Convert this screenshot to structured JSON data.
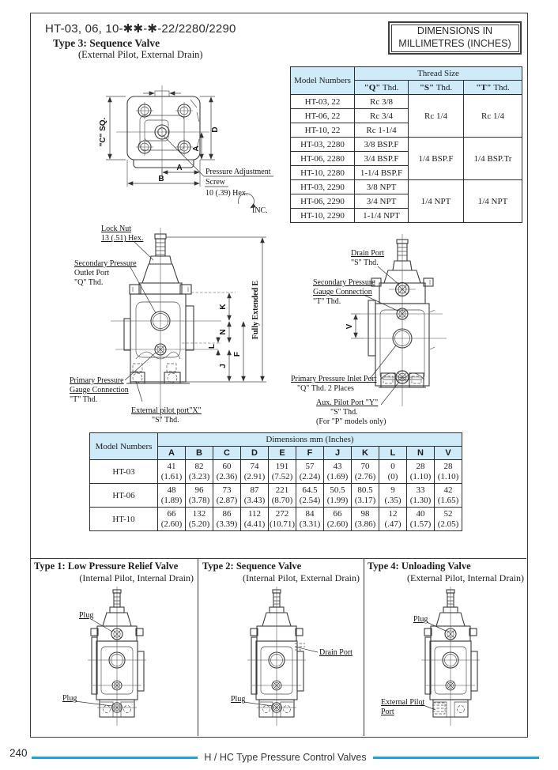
{
  "page": {
    "title": "HT-03, 06, 10-✱✱-✱-22/2280/2290",
    "dimensions_note_line1": "DIMENSIONS IN",
    "dimensions_note_line2": "MILLIMETRES (INCHES)",
    "page_number": "240",
    "footer_title": "H / HC Type Pressure Control Valves"
  },
  "type3": {
    "heading": "Type 3: Sequence Valve",
    "subheading": "(External Pilot, External Drain)"
  },
  "thread_table": {
    "model_header": "Model Numbers",
    "group_header": "Thread Size",
    "sub_headers": [
      {
        "strong": "\"Q\"",
        "rest": " Thd."
      },
      {
        "strong": "\"S\"",
        "rest": " Thd."
      },
      {
        "strong": "\"T\"",
        "rest": " Thd."
      }
    ],
    "groups": [
      {
        "s": "Rc 1/4",
        "t": "Rc 1/4",
        "rows": [
          {
            "model": "HT-03, 22",
            "q": "Rc 3/8"
          },
          {
            "model": "HT-06, 22",
            "q": "Rc 3/4"
          },
          {
            "model": "HT-10, 22",
            "q": "Rc 1-1/4"
          }
        ]
      },
      {
        "s": "1/4 BSP.F",
        "t": "1/4 BSP.Tr",
        "rows": [
          {
            "model": "HT-03, 2280",
            "q": "3/8 BSP.F"
          },
          {
            "model": "HT-06, 2280",
            "q": "3/4 BSP.F"
          },
          {
            "model": "HT-10, 2280",
            "q": "1-1/4 BSP.F"
          }
        ]
      },
      {
        "s": "1/4 NPT",
        "t": "1/4 NPT",
        "rows": [
          {
            "model": "HT-03, 2290",
            "q": "3/8 NPT"
          },
          {
            "model": "HT-06, 2290",
            "q": "3/4 NPT"
          },
          {
            "model": "HT-10, 2290",
            "q": "1-1/4 NPT"
          }
        ]
      }
    ]
  },
  "top_view": {
    "dim_c_sq": "\"C\" SQ.",
    "dim_d": "D",
    "dim_a_right": "A",
    "dim_a_bottom": "A",
    "dim_b": "B",
    "callout_line1": "Pressure Adjustment",
    "callout_line2": "Screw",
    "callout_line3": "10 (.39) Hex.",
    "inc": "INC."
  },
  "front_view": {
    "lock_nut_line1": "Lock Nut",
    "lock_nut_line2": "13 (.51) Hex.",
    "outlet_line1": "Secondary Pressure",
    "outlet_line2": "Outlet Port",
    "outlet_line3": "\"Q\" Thd.",
    "gauge_line1": "Primary Pressure",
    "gauge_line2": "Gauge Connection",
    "gauge_line3": "\"T\" Thd.",
    "pilot_line1": "External pilot port\"X\"",
    "pilot_line2": "\"S\" Thd.",
    "dim_k": "K",
    "dim_n": "N",
    "dim_l": "L",
    "dim_j": "J",
    "dim_f": "F",
    "dim_e": "Fully Extended E"
  },
  "side_view": {
    "drain_line1": "Drain Port",
    "drain_line2": "\"S\" Thd.",
    "gauge_line1": "Secondary Pressure",
    "gauge_line2": "Gauge Connection",
    "gauge_line3": "\"T\" Thd.",
    "inlet_line1": "Primary Pressure Inlet Port",
    "inlet_line2": "\"Q\" Thd. 2 Places",
    "aux_line1": "Aux. Pilot Port \"Y\"",
    "aux_line2": "\"S\" Thd.",
    "aux_line3": "(For \"P\" models only)",
    "dim_v": "V"
  },
  "dim_table": {
    "model_header": "Model Numbers",
    "group_header": "Dimensions mm (Inches)",
    "columns": [
      "A",
      "B",
      "C",
      "D",
      "E",
      "F",
      "J",
      "K",
      "L",
      "N",
      "V"
    ],
    "rows": [
      {
        "model": "HT-03",
        "mm": [
          "41",
          "82",
          "60",
          "74",
          "191",
          "57",
          "43",
          "70",
          "0",
          "28",
          "28"
        ],
        "inches": [
          "(1.61)",
          "(3.23)",
          "(2.36)",
          "(2.91)",
          "(7.52)",
          "(2.24)",
          "(1.69)",
          "(2.76)",
          "(0)",
          "(1.10)",
          "(1.10)"
        ]
      },
      {
        "model": "HT-06",
        "mm": [
          "48",
          "96",
          "73",
          "87",
          "221",
          "64.5",
          "50.5",
          "80.5",
          "9",
          "33",
          "42"
        ],
        "inches": [
          "(1.89)",
          "(3.78)",
          "(2.87)",
          "(3.43)",
          "(8.70)",
          "(2.54)",
          "(1.99)",
          "(3.17)",
          "(.35)",
          "(1.30)",
          "(1.65)"
        ]
      },
      {
        "model": "HT-10",
        "mm": [
          "66",
          "132",
          "86",
          "112",
          "272",
          "84",
          "66",
          "98",
          "12",
          "40",
          "52"
        ],
        "inches": [
          "(2.60)",
          "(5.20)",
          "(3.39)",
          "(4.41)",
          "(10.71)",
          "(3.31)",
          "(2.60)",
          "(3.86)",
          "(.47)",
          "(1.57)",
          "(2.05)"
        ]
      }
    ]
  },
  "type1": {
    "heading": "Type 1: Low Pressure Relief Valve",
    "subheading": "(Internal Pilot, Internal Drain)",
    "plug_top": "Plug",
    "plug_bottom": "Plug"
  },
  "type2": {
    "heading": "Type 2: Sequence Valve",
    "subheading": "(Internal Pilot, External Drain)",
    "drain_label": "Drain Port",
    "plug_label": "Plug"
  },
  "type4": {
    "heading": "Type 4: Unloading Valve",
    "subheading": "(External Pilot, Internal Drain)",
    "plug_label": "Plug",
    "ext_pilot_line1": "External Pilot",
    "ext_pilot_line2": "Port"
  },
  "colors": {
    "accent_line": "#1aa3dc",
    "table_header_bg": "#cfeaf8",
    "line_color": "#3b3b3b"
  }
}
